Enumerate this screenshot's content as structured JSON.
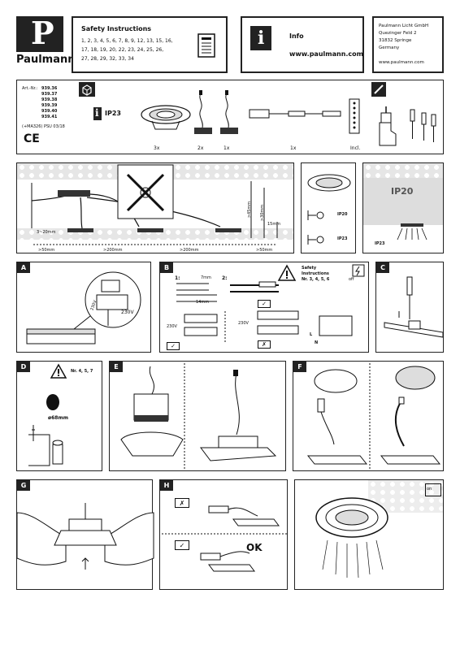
{
  "header": {
    "brand": "Paulmann",
    "logo_letter": "P",
    "safety_title": "Safety Instructions",
    "safety_line1": "1, 2, 3, 4, 5, 6, 7, 8, 9, 12, 13, 15, 16,",
    "safety_line2": "17, 18, 19, 20, 22, 23, 24, 25, 26,",
    "safety_line3": "27, 28, 29, 32, 33, 34",
    "info_title": "Info",
    "info_url": "www.paulmann.com",
    "company_name": "Paulmann Licht GmbH",
    "company_street": "Quezinger Feld 2",
    "company_city": "31832 Springe",
    "company_country": "Germany",
    "company_url": "www.paulmann.com"
  },
  "article": {
    "prefix": "Art.-Nr.:",
    "numbers": [
      "939.36",
      "939.37",
      "939.38",
      "939.39",
      "939.40",
      "939.41"
    ],
    "footer": "(+MA326)  PSU 03/18",
    "ce": "CE",
    "ip": "IP23"
  },
  "contents": {
    "qty_lights": "3x",
    "qty_cable1": "2x",
    "qty_cable2": "1x",
    "qty_driver": "1x",
    "incl": "Incl."
  },
  "overview": {
    "dist1": "3~20mm",
    "dist2": ">50mm",
    "dist3": ">200mm",
    "dist4": ">200mm",
    "dist5": ">50mm",
    "depth1": ">45mm",
    "depth2": ">30mm",
    "depth3": "15mm",
    "ip20": "IP20",
    "ip23": "IP23",
    "ip20_big": "IP20",
    "ip23_small": "IP23"
  },
  "panels": {
    "a": {
      "tag": "A",
      "voltage": "230V",
      "label230": "230V"
    },
    "b": {
      "tag": "B",
      "step1": "1:",
      "step2": "2:",
      "len1": "7mm",
      "len2": "14mm",
      "v1": "230V",
      "v2": "230V",
      "safety_title": "Safety",
      "safety_title2": "Instructions",
      "safety_nums": "Nr. 3, 4, 5, 6",
      "off": "off",
      "wire_l": "L",
      "wire_n": "N"
    },
    "c": {
      "tag": "C"
    },
    "d": {
      "tag": "D",
      "nums": "Nr. 4, 5, 7",
      "hole": "ø68mm"
    },
    "e": {
      "tag": "E"
    },
    "f": {
      "tag": "F"
    },
    "g": {
      "tag": "G"
    },
    "h": {
      "tag": "H",
      "ok": "OK"
    },
    "last": {
      "on": "on"
    }
  }
}
